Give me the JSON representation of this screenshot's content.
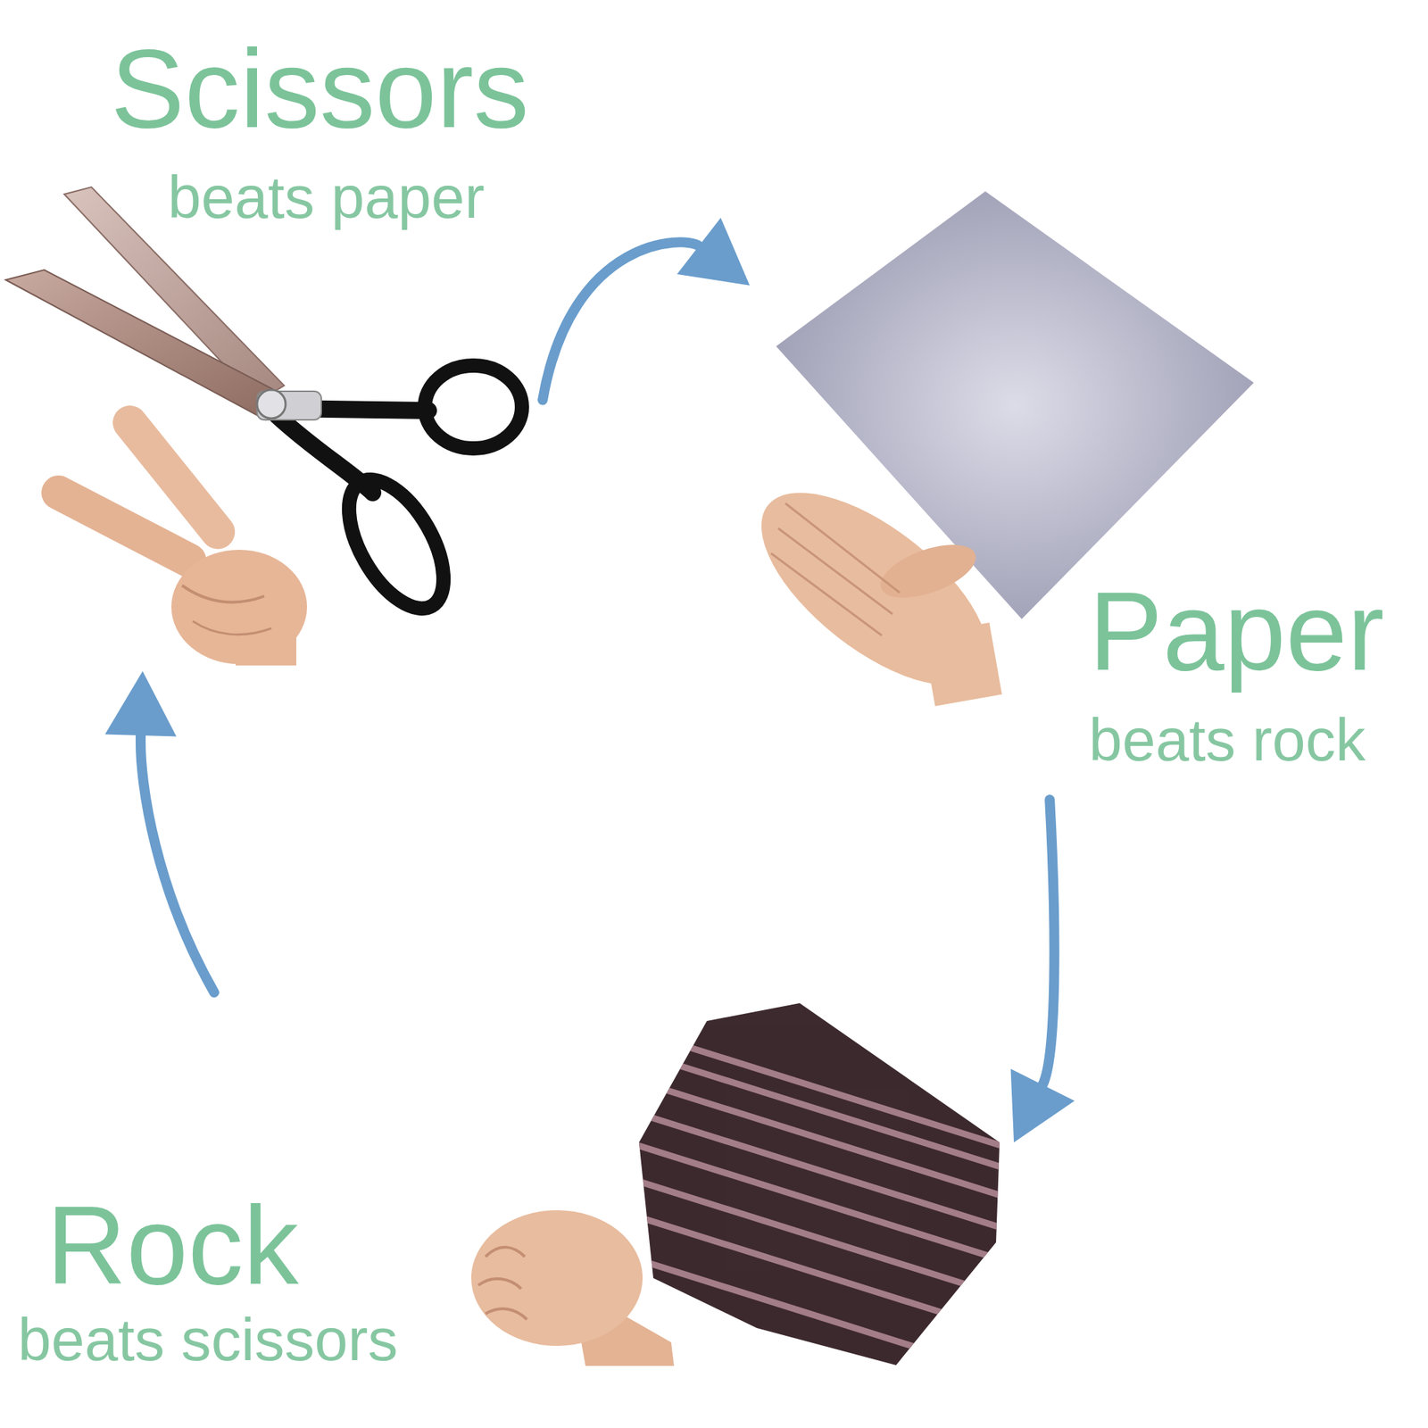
{
  "diagram": {
    "nodes": [
      {
        "text": [
          "Scissors",
          "beats paper"
        ]
      },
      {
        "text": [
          "Paper",
          "beats rock"
        ]
      },
      {
        "text": [
          "Rock",
          "beats scissors"
        ]
      }
    ],
    "edges": [
      {
        "from": 0,
        "to": 1,
        "arrow": "to"
      },
      {
        "from": 1,
        "to": 2,
        "arrow": "to"
      },
      {
        "from": 2,
        "to": 0,
        "arrow": "to"
      }
    ]
  }
}
